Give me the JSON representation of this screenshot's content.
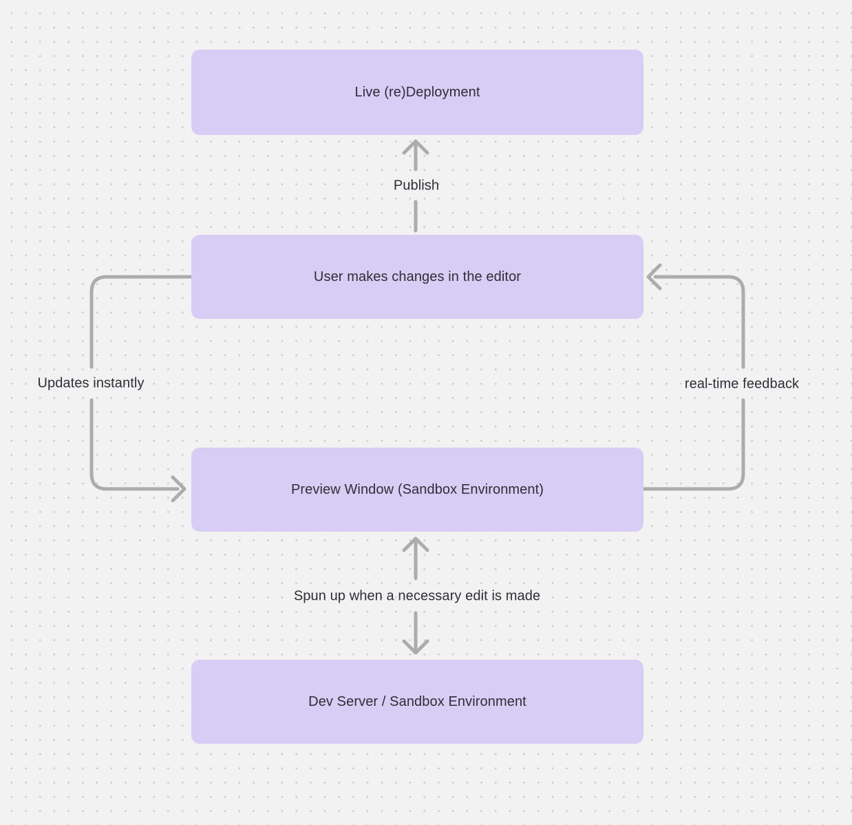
{
  "diagram": {
    "background": {
      "color": "#f2f2f2",
      "dot_color": "#c9c9c9"
    },
    "node_style": {
      "fill": "#d7cdf5",
      "text_color": "#2e2e36"
    },
    "edge_style": {
      "color": "#acacac"
    },
    "nodes": [
      {
        "id": "live-redeployment",
        "label": "Live (re)Deployment"
      },
      {
        "id": "user-editor",
        "label": "User makes changes in the editor"
      },
      {
        "id": "preview-window",
        "label": "Preview Window (Sandbox Environment)"
      },
      {
        "id": "dev-server",
        "label": "Dev Server / Sandbox Environment"
      }
    ],
    "edges": [
      {
        "from": "user-editor",
        "to": "live-redeployment",
        "direction": "up",
        "label": "Publish"
      },
      {
        "from": "user-editor",
        "to": "preview-window",
        "direction": "left-loop",
        "label": "Updates instantly"
      },
      {
        "from": "preview-window",
        "to": "user-editor",
        "direction": "right-loop",
        "label": "real-time feedback"
      },
      {
        "from": "dev-server",
        "to": "preview-window",
        "direction": "bidirectional",
        "label": "Spun up when a necessary edit is made"
      }
    ]
  }
}
